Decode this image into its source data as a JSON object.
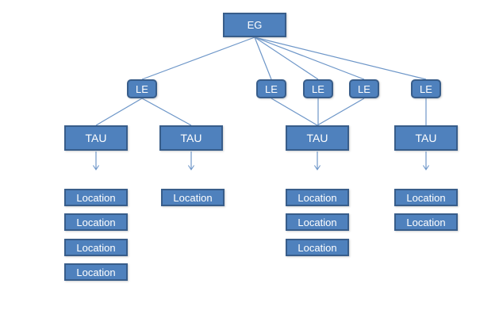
{
  "diagram": {
    "type": "hierarchy-tree",
    "colors": {
      "node_fill": "#4f81bd",
      "node_border": "#385d8a",
      "connector": "#6d96c8",
      "label_text": "#ffffff",
      "background": "#ffffff"
    },
    "nodes": {
      "root": {
        "label": "EG"
      },
      "le": [
        {
          "label": "LE"
        },
        {
          "label": "LE"
        },
        {
          "label": "LE"
        },
        {
          "label": "LE"
        },
        {
          "label": "LE"
        }
      ],
      "tau": [
        {
          "label": "TAU"
        },
        {
          "label": "TAU"
        },
        {
          "label": "TAU"
        },
        {
          "label": "TAU"
        }
      ],
      "locations": [
        [
          "Location",
          "Location",
          "Location",
          "Location"
        ],
        [
          "Location"
        ],
        [
          "Location",
          "Location",
          "Location"
        ],
        [
          "Location",
          "Location"
        ]
      ]
    },
    "edges_description": {
      "eg_to_le": "EG connects to all five LE nodes",
      "le0_to": "TAU 1 and TAU 2",
      "le1_le2_le3_to": "TAU 3",
      "le4_to": "TAU 4",
      "tau_arrows": "each TAU has a downward arrow toward its Location stack"
    }
  }
}
